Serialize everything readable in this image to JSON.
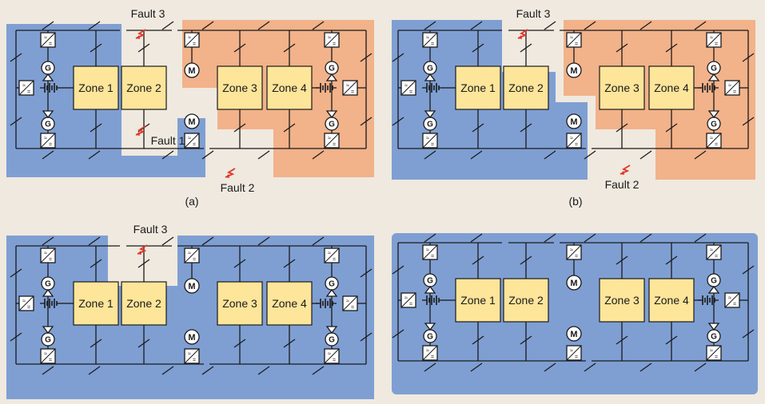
{
  "colors": {
    "background": "#efe9df",
    "healthy_zone": "#7f9fd3",
    "faulted_zone": "#f2b28a",
    "zone_box": "#fde59a",
    "fault_mark": "#e0362b",
    "line": "#1a1a1a"
  },
  "panels": [
    {
      "caption": "(a)",
      "faults": {
        "f3": "Fault 3",
        "f1": "Fault 1",
        "f2": "Fault 2"
      },
      "zones": [
        "Zone 1",
        "Zone 2",
        "Zone 3",
        "Zone 4"
      ]
    },
    {
      "caption": "(b)",
      "faults": {
        "f3": "Fault 3",
        "f2": "Fault 2"
      },
      "zones": [
        "Zone 1",
        "Zone 2",
        "Zone 3",
        "Zone 4"
      ]
    },
    {
      "caption": "",
      "faults": {
        "f3": "Fault 3"
      },
      "zones": [
        "Zone 1",
        "Zone 2",
        "Zone 3",
        "Zone 4"
      ]
    },
    {
      "caption": "",
      "faults": {},
      "zones": [
        "Zone 1",
        "Zone 2",
        "Zone 3",
        "Zone 4"
      ]
    }
  ],
  "icons": {
    "generator_letter": "G",
    "motor_letter": "M",
    "converter_ac": "≈",
    "converter_dc": "="
  }
}
